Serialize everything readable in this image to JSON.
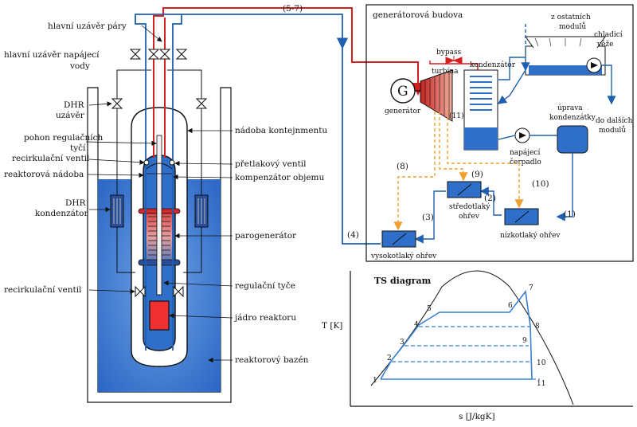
{
  "labels": {
    "main_steam_valve": "hlavní uzávěr páry",
    "feedwater_valve_l1": "hlavní uzávěr napájecí",
    "feedwater_valve_l2": "vody",
    "dhr_valve_l1": "DHR",
    "dhr_valve_l2": "uzávěr",
    "rod_drive_l1": "pohon regulačních",
    "rod_drive_l2": "tyčí",
    "recirc_valve_top": "recirkulační ventil",
    "reactor_vessel": "reaktorová nádoba",
    "dhr_condenser_l1": "DHR",
    "dhr_condenser_l2": "kondenzátor",
    "recirc_valve_bottom": "recirkulační ventil",
    "containment": "nádoba kontejnmentu",
    "relief_valve": "přetlakový ventil",
    "pressurizer": "kompenzátor objemu",
    "steam_generator": "parogenerátor",
    "control_rods": "regulační tyče",
    "core": "jádro reaktoru",
    "pool": "reaktorový bazén",
    "modules_57": "(5-7)",
    "modules_4": "(4)"
  },
  "building": {
    "title": "generátorová budova",
    "generator_symbol": "G",
    "generator": "generátor",
    "bypass": "bypass",
    "turbine": "turbína",
    "condenser": "kondenzátor",
    "cooling_towers_l1": "chladicí",
    "cooling_towers_l2": "věže",
    "from_modules_l1": "z ostatních",
    "from_modules_l2": "modulů",
    "to_modules_l1": "do dalších",
    "to_modules_l2": "modulů",
    "condensate_l1": "úprava",
    "condensate_l2": "kondenzátky",
    "pump_l1": "napájecí",
    "pump_l2": "čerpadlo",
    "mid_heater_l1": "středotlaký",
    "mid_heater_l2": "ohřev",
    "low_heater": "nízkotlaký ohřev",
    "high_heater": "vysokotlaký ohřev",
    "n1": "(1)",
    "n2": "(2)",
    "n3": "(3)",
    "n8": "(8)",
    "n9": "(9)",
    "n10": "(10)",
    "n11": "(11)"
  },
  "ts": {
    "title": "TS diagram",
    "ylabel": "T [K]",
    "xlabel": "s [J/kgK]",
    "points": [
      "1",
      "2",
      "3",
      "4",
      "5",
      "6",
      "7",
      "8",
      "9",
      "10",
      "11"
    ]
  },
  "colors": {
    "steam": "#d21f1f",
    "water": "#1f5fb0",
    "bleed": "#f0a030",
    "pool": "#3a78d0"
  }
}
